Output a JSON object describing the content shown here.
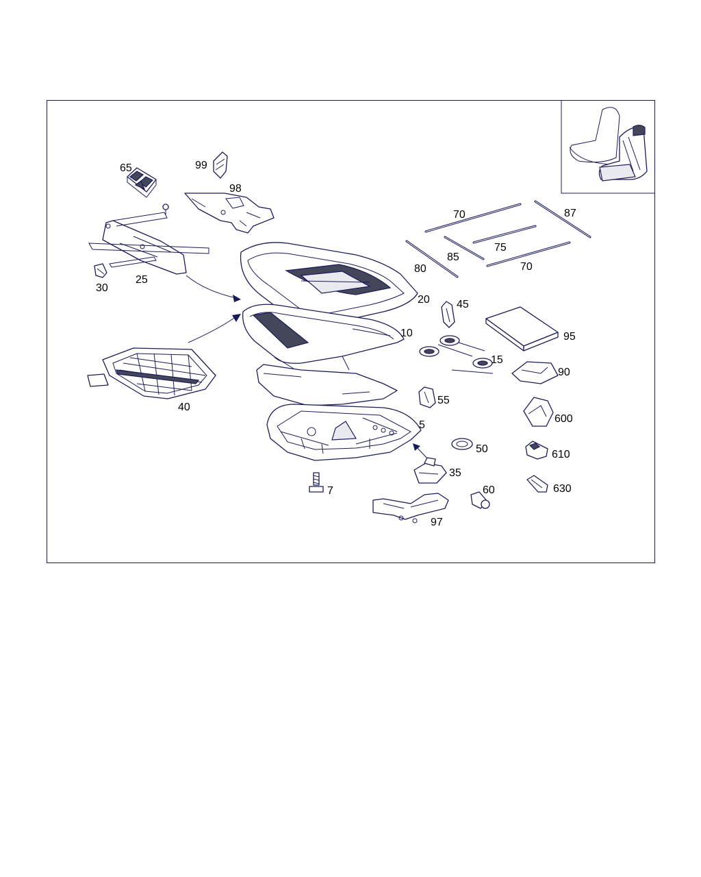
{
  "parts": {
    "p5": "5",
    "p7": "7",
    "p10": "10",
    "p15": "15",
    "p20": "20",
    "p25": "25",
    "p30": "30",
    "p35": "35",
    "p40": "40",
    "p45": "45",
    "p50": "50",
    "p55": "55",
    "p60": "60",
    "p65": "65",
    "p70a": "70",
    "p70b": "70",
    "p75": "75",
    "p80": "80",
    "p85": "85",
    "p87": "87",
    "p90": "90",
    "p95": "95",
    "p97": "97",
    "p98": "98",
    "p99": "99",
    "p600": "600",
    "p610": "610",
    "p630": "630"
  },
  "colors": {
    "line": "#1a1a5a",
    "frame": "#1a1a4a",
    "background": "#ffffff"
  }
}
